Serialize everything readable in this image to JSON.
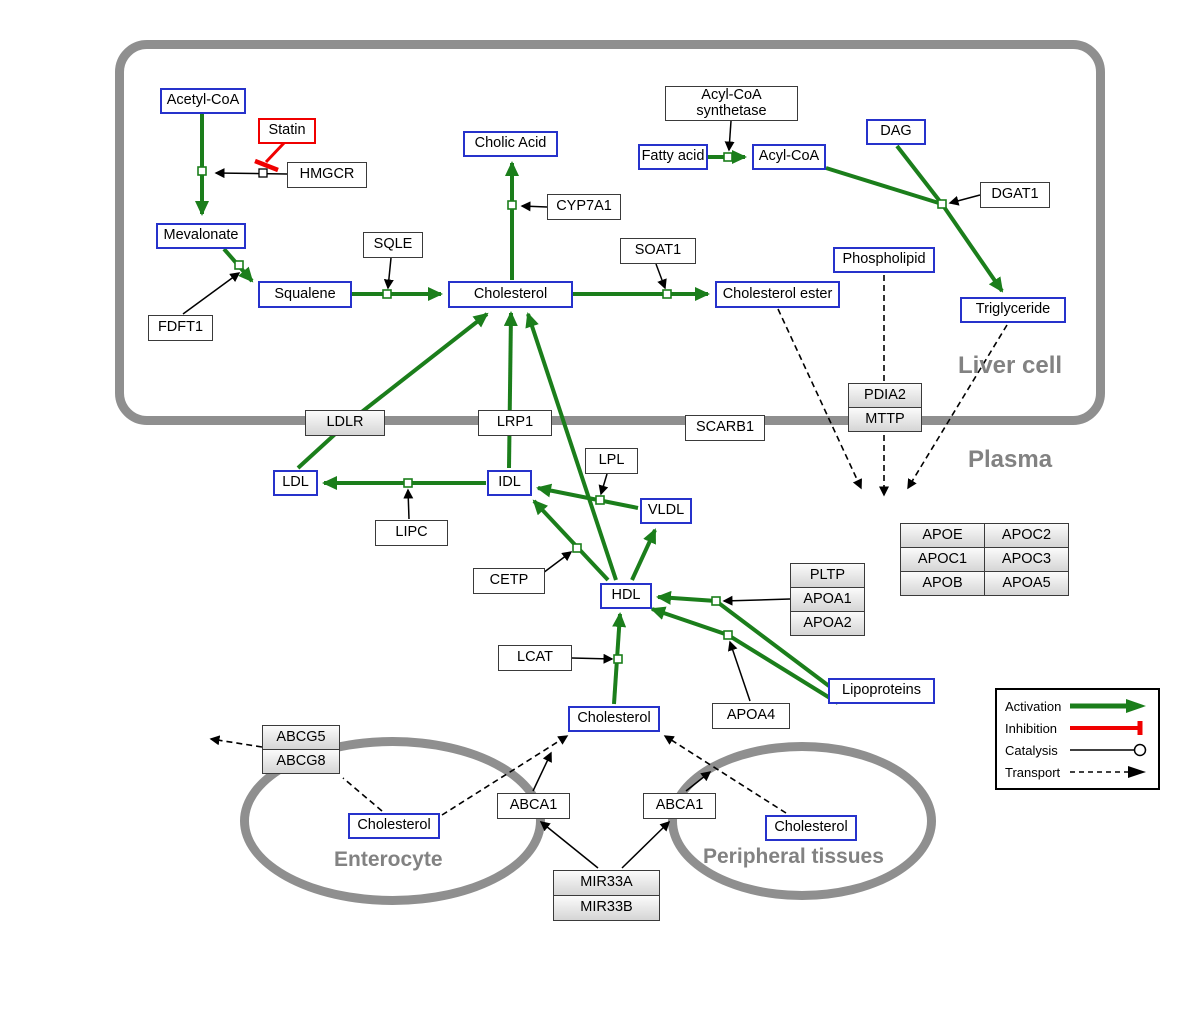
{
  "compartments": {
    "liver_cell": "Liver cell",
    "plasma": "Plasma",
    "enterocyte": "Enterocyte",
    "peripheral_tissues": "Peripheral tissues"
  },
  "nodes": {
    "acetyl_coa": "Acetyl-CoA",
    "statin": "Statin",
    "hmgcr": "HMGCR",
    "mevalonate": "Mevalonate",
    "fdft1": "FDFT1",
    "squalene": "Squalene",
    "sqle": "SQLE",
    "cholic_acid": "Cholic Acid",
    "cyp7a1": "CYP7A1",
    "cholesterol_liver": "Cholesterol",
    "soat1": "SOAT1",
    "cholesterol_ester": "Cholesterol ester",
    "acyl_coa_synthetase": "Acyl-CoA synthetase",
    "fatty_acid": "Fatty acid",
    "acyl_coa": "Acyl-CoA",
    "dag": "DAG",
    "dgat1": "DGAT1",
    "phospholipid": "Phospholipid",
    "triglyceride": "Triglyceride",
    "ldlr": "LDLR",
    "lrp1": "LRP1",
    "scarb1": "SCARB1",
    "pdia2": "PDIA2",
    "mttp": "MTTP",
    "ldl": "LDL",
    "idl": "IDL",
    "lpl": "LPL",
    "vldl": "VLDL",
    "lipc": "LIPC",
    "cetp": "CETP",
    "hdl": "HDL",
    "pltp": "PLTP",
    "apoa1": "APOA1",
    "apoa2": "APOA2",
    "lcat": "LCAT",
    "apoa4": "APOA4",
    "lipoproteins": "Lipoproteins",
    "cholesterol_plasma": "Cholesterol",
    "apoe": "APOE",
    "apoc2": "APOC2",
    "apoc1": "APOC1",
    "apoc3": "APOC3",
    "apob": "APOB",
    "apoa5": "APOA5",
    "abcg5": "ABCG5",
    "abcg8": "ABCG8",
    "cholesterol_enterocyte": "Cholesterol",
    "abca1_enterocyte": "ABCA1",
    "abca1_peripheral": "ABCA1",
    "cholesterol_peripheral": "Cholesterol",
    "mir33a": "MIR33A",
    "mir33b": "MIR33B"
  },
  "legend": {
    "activation": "Activation",
    "inhibition": "Inhibition",
    "catalysis": "Catalysis",
    "transport": "Transport"
  },
  "colors": {
    "activation_green": "#1b7e1b",
    "inhibition_red": "#f00000",
    "metabolite_blue": "#2632cb",
    "compartment_gray": "#8f8f8f",
    "edge_black": "#000000"
  }
}
